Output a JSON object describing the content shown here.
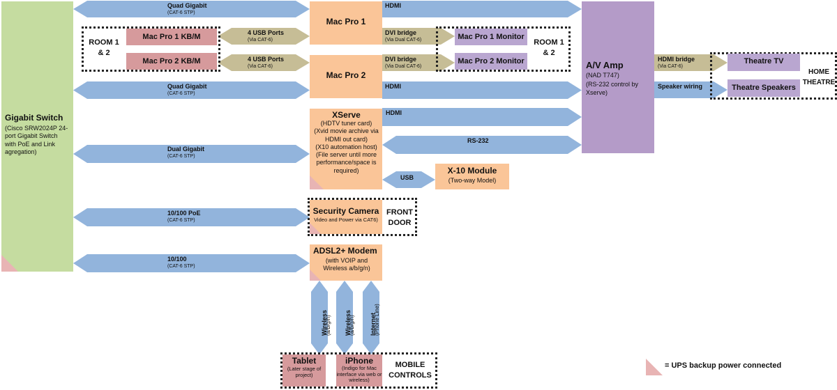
{
  "switch": {
    "title": "Gigabit Switch",
    "desc": "(Cisco SRW2024P 24-port Gigabit Switch with PoE and Link agregation)"
  },
  "macpro1": {
    "title": "Mac Pro 1"
  },
  "macpro2": {
    "title": "Mac Pro 2"
  },
  "kbm1": "Mac Pro 1 KB/M",
  "kbm2": "Mac Pro 2 KB/M",
  "monitor1": "Mac Pro 1 Monitor",
  "monitor2": "Mac Pro 2 Monitor",
  "room_left": "ROOM 1 & 2",
  "room_right": "ROOM 1 & 2",
  "avamp": {
    "title": "A/V Amp",
    "model": "(NAD  T747)",
    "control": "(RS-232 control by Xserve)"
  },
  "theatre_tv": "Theatre TV",
  "theatre_speakers": "Theatre Speakers",
  "home_theatre": "HOME THEATRE",
  "xserve": {
    "title": "XServe",
    "lines": [
      "(HDTV tuner card)",
      "(Xvid movie archive via HDMI out card)",
      "(X10 automation host)",
      "(File server until more performance/space is required)"
    ]
  },
  "x10": {
    "title": "X-10 Module",
    "sub": "(Two-way Model)"
  },
  "camera": {
    "title": "Security Camera",
    "sub": "Video and Power via CAT6)"
  },
  "front_door": "FRONT DOOR",
  "modem": {
    "title": "ADSL2+ Modem",
    "sub": "(with VOIP and Wireless a/b/g/n)"
  },
  "tablet": {
    "title": "Tablet",
    "sub": "(Later stage of project)"
  },
  "iphone": {
    "title": "iPhone",
    "sub": "(Indigo for Mac interface via web or wireless)"
  },
  "mobile_controls": "MOBILE CONTROLS",
  "legend": "= UPS backup power connected",
  "links": {
    "quad1": {
      "label": "Quad Gigabit",
      "sub": "(CAT-6 STP)"
    },
    "hdmi1": {
      "label": "HDMI"
    },
    "usb1": {
      "label": "4 USB Ports",
      "sub": "(Via CAT-6)"
    },
    "dvi1": {
      "label": "DVI bridge",
      "sub": "(Via Dual CAT-6)"
    },
    "usb2": {
      "label": "4 USB Ports",
      "sub": "(Via CAT-6)"
    },
    "dvi2": {
      "label": "DVI bridge",
      "sub": "(Via Dual CAT-6)"
    },
    "quad2": {
      "label": "Quad Gigabit",
      "sub": "(CAT-6 STP)"
    },
    "hdmi2": {
      "label": "HDMI"
    },
    "hdmibridge": {
      "label": "HDMI bridge",
      "sub": "(Via CAT-6)"
    },
    "speaker": {
      "label": "Speaker wiring"
    },
    "hdmi3": {
      "label": "HDMI"
    },
    "rs232": {
      "label": "RS-232"
    },
    "dual": {
      "label": "Dual Gigabit",
      "sub": "(CAT-6 STP)"
    },
    "usb3": {
      "label": "USB"
    },
    "poe": {
      "label": "10/100 PoE",
      "sub": "(CAT-6 STP)"
    },
    "net": {
      "label": "10/100",
      "sub": "(CAT-6 STP)"
    },
    "wifi1": {
      "label": "Wireless",
      "sub": "(a/b/g/n)"
    },
    "wifi2": {
      "label": "Wireless",
      "sub": "(a/b/g/n)"
    },
    "internet": {
      "label": "Internet",
      "sub": "(Phone Line)"
    }
  },
  "colors": {
    "switch": "#c5dca0",
    "device": "#fac598",
    "amp": "#b49bc8",
    "peripheral": "#d69a9c",
    "display": "#b9a6d0",
    "network_link": "#92b4dc",
    "bridge_link": "#c6bd96",
    "ups_marker": "#e8b4b4"
  }
}
